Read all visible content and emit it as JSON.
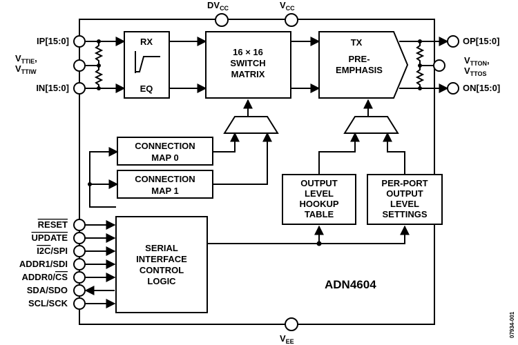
{
  "supplies": {
    "dvcc": {
      "main": "DV",
      "sub": "CC"
    },
    "vcc": {
      "main": "V",
      "sub": "CC"
    },
    "vee": {
      "main": "V",
      "sub": "EE"
    }
  },
  "pins_left": {
    "ip": "IP[15:0]",
    "vttie": {
      "main": "V",
      "sub": "TTIE",
      "suffix": ","
    },
    "vttiw": {
      "main": "V",
      "sub": "TTIW"
    },
    "in": "IN[15:0]",
    "reset": "RESET",
    "update": "UPDATE",
    "i2c_spi_a": "I2C",
    "i2c_spi_b": "/SPI",
    "addr1_sdi": "ADDR1/SDI",
    "addr0_a": "ADDR0/",
    "addr0_b": "CS",
    "sda_sdo": "SDA/SDO",
    "scl_sck": "SCL/SCK"
  },
  "pins_right": {
    "op": "OP[15:0]",
    "vtton": {
      "main": "V",
      "sub": "TTON",
      "suffix": ","
    },
    "vttos": {
      "main": "V",
      "sub": "TTOS"
    },
    "on": "ON[15:0]"
  },
  "blocks": {
    "rx": {
      "top": "RX",
      "bottom": "EQ"
    },
    "switch_matrix": [
      "16 × 16",
      "SWITCH",
      "MATRIX"
    ],
    "tx": [
      "TX",
      "PRE-",
      "EMPHASIS"
    ],
    "connection_map_0": [
      "CONNECTION",
      "MAP 0"
    ],
    "connection_map_1": [
      "CONNECTION",
      "MAP 1"
    ],
    "output_level_table": [
      "OUTPUT",
      "LEVEL",
      "HOOKUP",
      "TABLE"
    ],
    "per_port_settings": [
      "PER-PORT",
      "OUTPUT",
      "LEVEL",
      "SETTINGS"
    ],
    "serial_interface": [
      "SERIAL",
      "INTERFACE",
      "CONTROL",
      "LOGIC"
    ]
  },
  "part_number": "ADN4604",
  "figure_id": "07934-001"
}
